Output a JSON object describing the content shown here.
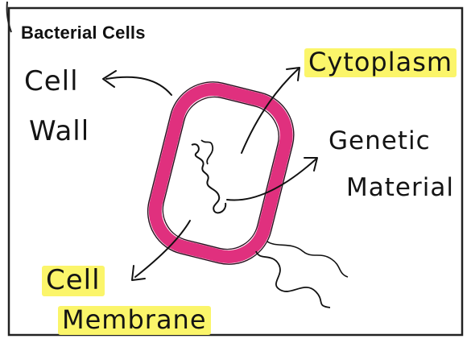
{
  "title": "Bacterial Cells",
  "labels": {
    "cell_wall": [
      "Cell",
      "Wall"
    ],
    "cytoplasm": "Cytoplasm",
    "genetic_material": [
      "Genetic",
      "Material"
    ],
    "cell_membrane": [
      "Cell",
      "Membrane"
    ]
  },
  "colors": {
    "cell_wall": "#e0307e",
    "cell_membrane": "#f6a6cb",
    "highlight": "#fbf56a",
    "ink": "#141414"
  }
}
